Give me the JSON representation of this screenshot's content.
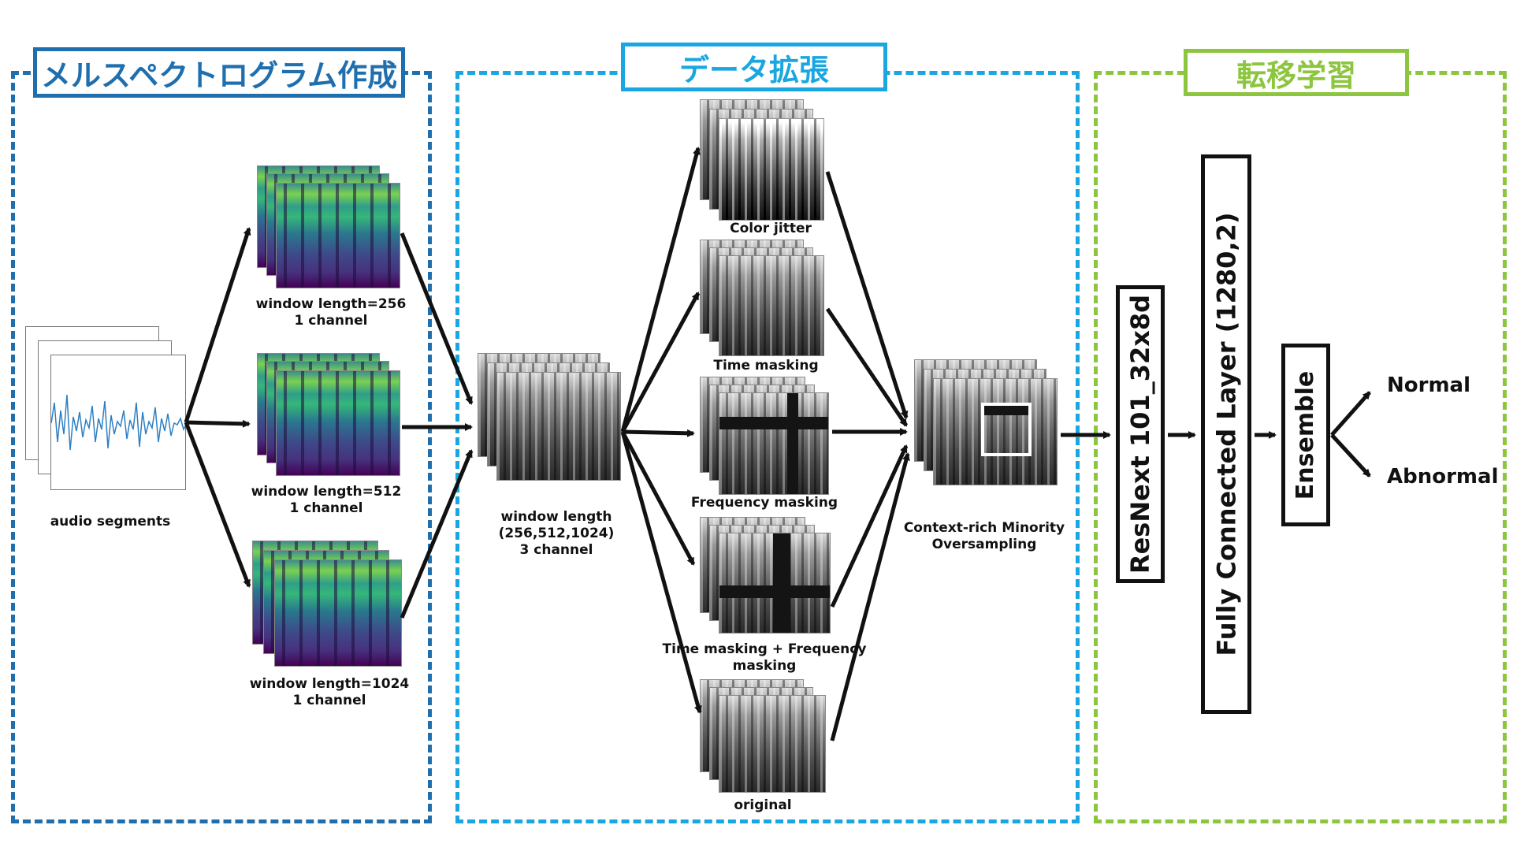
{
  "sections": {
    "mel": {
      "title": "メルスペクトログラム作成",
      "color": "#1f6fae"
    },
    "aug": {
      "title": "データ拡張",
      "color": "#1aa6e0"
    },
    "tl": {
      "title": "転移学習",
      "color": "#8cc63f"
    }
  },
  "audio": {
    "label": "audio segments"
  },
  "spectrograms": [
    {
      "line1": "window length=256",
      "line2": "1 channel"
    },
    {
      "line1": "window length=512",
      "line2": "1 channel"
    },
    {
      "line1": "window length=1024",
      "line2": "1 channel"
    }
  ],
  "combined": {
    "line1": "window length",
    "line2": "(256,512,1024)",
    "line3": "3 channel"
  },
  "augmentations": {
    "color_jitter": "Color jitter",
    "time_masking": "Time masking",
    "freq_masking": "Frequency masking",
    "time_freq_line1": "Time masking + Frequency",
    "time_freq_line2": "masking",
    "original": "original"
  },
  "cmo": {
    "line1": "Context-rich Minority",
    "line2": "Oversampling"
  },
  "model": {
    "resnext": "ResNext 101_32x8d",
    "fc": "Fully Connected Layer (1280,2)",
    "ensemble": "Ensemble"
  },
  "outputs": {
    "normal": "Normal",
    "abnormal": "Abnormal"
  }
}
